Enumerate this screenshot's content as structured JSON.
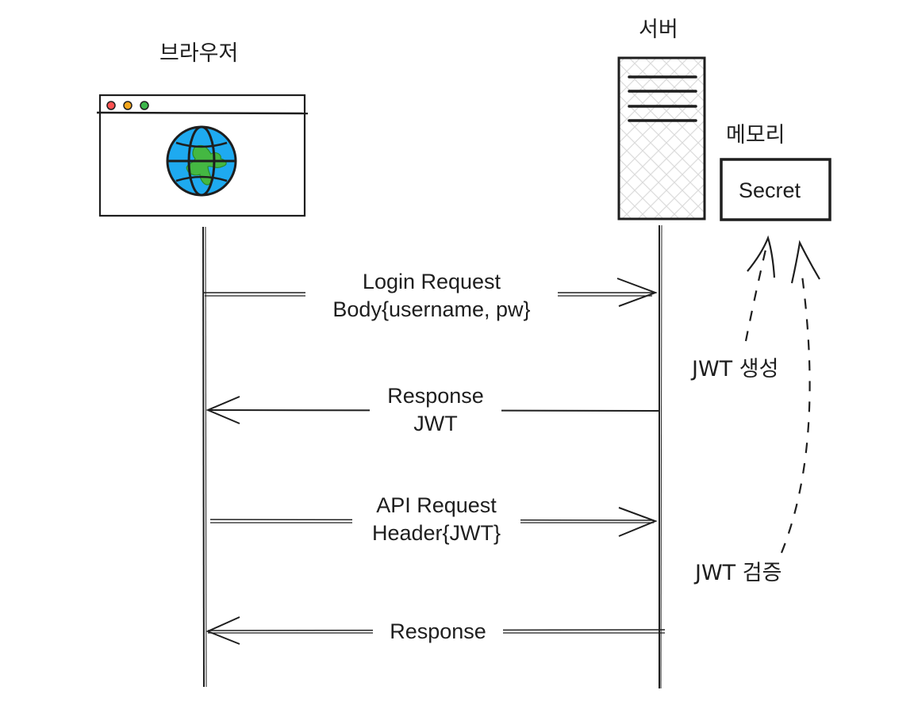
{
  "actors": {
    "browser": {
      "label": "브라우저"
    },
    "server": {
      "label": "서버"
    },
    "memory": {
      "label": "메모리",
      "content": "Secret"
    }
  },
  "browser_window": {
    "dots": [
      {
        "name": "close",
        "color": "#ff5252"
      },
      {
        "name": "minimize",
        "color": "#f4a61c"
      },
      {
        "name": "maximize",
        "color": "#3cb64a"
      }
    ],
    "globe": {
      "ocean": "#1eaaf0",
      "land": "#44b842"
    }
  },
  "messages": [
    {
      "id": "login-request",
      "direction": "to-server",
      "style": "double",
      "lines": [
        "Login Request",
        "Body{username, pw}"
      ]
    },
    {
      "id": "login-response",
      "direction": "to-browser",
      "style": "single",
      "lines": [
        "Response",
        "JWT"
      ]
    },
    {
      "id": "api-request",
      "direction": "to-server",
      "style": "double",
      "lines": [
        "API Request",
        "Header{JWT}"
      ]
    },
    {
      "id": "api-response",
      "direction": "to-browser",
      "style": "double",
      "lines": [
        "Response"
      ]
    }
  ],
  "memory_actions": [
    {
      "id": "jwt-create",
      "label": "JWT 생성"
    },
    {
      "id": "jwt-verify",
      "label": "JWT 검증"
    }
  ],
  "colors": {
    "stroke": "#1e1e1e",
    "background": "#ffffff",
    "hatch": "#d9d9d9"
  }
}
